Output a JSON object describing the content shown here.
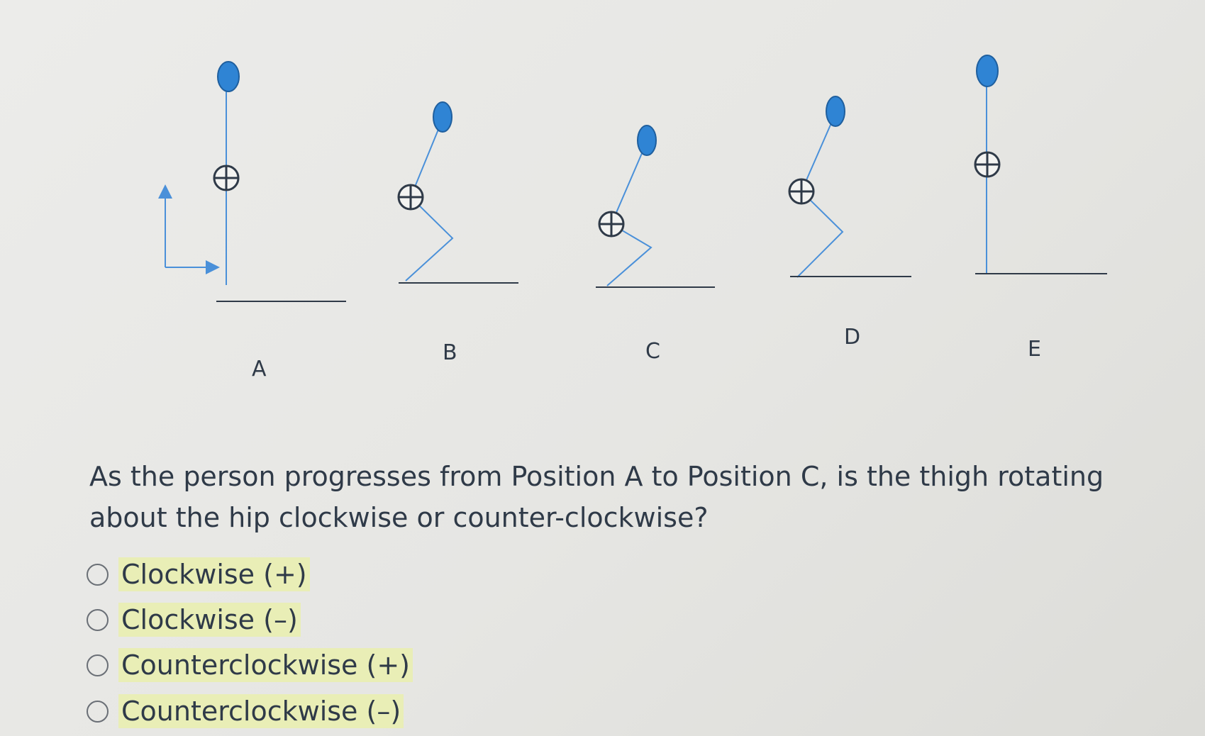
{
  "figure": {
    "position_labels": [
      "A",
      "B",
      "C",
      "D",
      "E"
    ],
    "colors": {
      "head": "#2f84d4",
      "limb": "#4a90d9",
      "ground": "#2f3a48",
      "center_of_mass": "#2f3a48"
    }
  },
  "question": {
    "text": "As the person progresses from Position A to Position C, is the thigh rotating about the hip clockwise or counter-clockwise?"
  },
  "options": [
    {
      "label": "Clockwise (+)",
      "selected": false
    },
    {
      "label": "Clockwise (–)",
      "selected": false
    },
    {
      "label": "Counterclockwise (+)",
      "selected": false
    },
    {
      "label": "Counterclockwise (–)",
      "selected": false
    }
  ]
}
